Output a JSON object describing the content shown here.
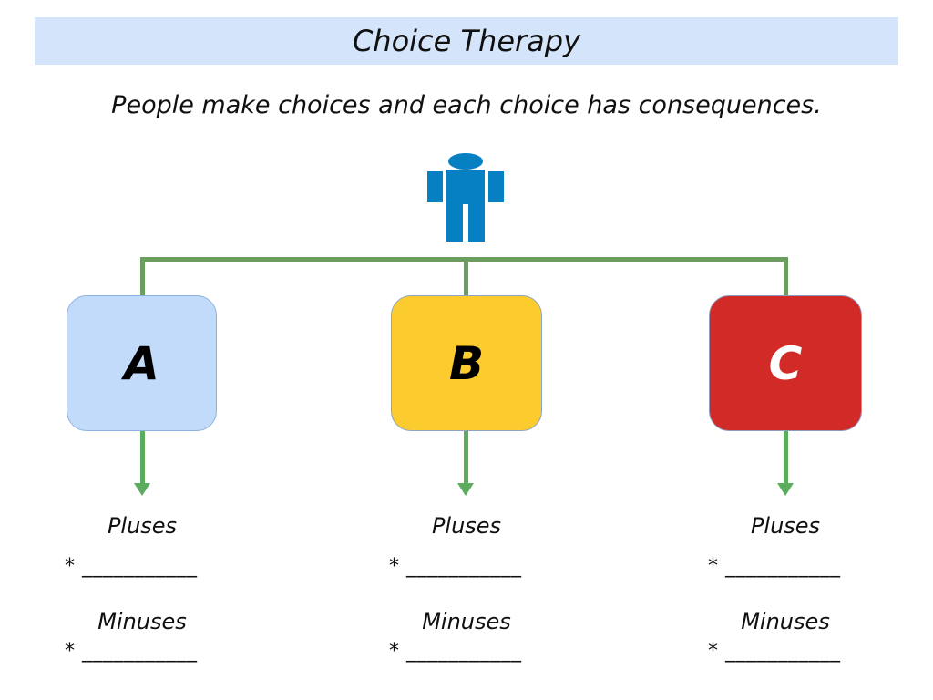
{
  "header": {
    "title": "Choice Therapy",
    "background": "#D4E4FB"
  },
  "subtitle": "People make choices and each choice has consequences.",
  "person_icon": {
    "color": "#0780C3"
  },
  "connector": {
    "line_color": "#6B9E5E",
    "arrow_color": "#5BAC5D"
  },
  "choices": [
    {
      "label": "A",
      "fill": "#C3DBFB",
      "border": "#8FB0DE",
      "text_color": "#000000",
      "pluses_label": "Pluses",
      "pluses_line": "* ___________",
      "minuses_label": "Minuses",
      "minuses_line": "* ___________"
    },
    {
      "label": "B",
      "fill": "#FCCC2F",
      "border": "#8DA5C0",
      "text_color": "#000000",
      "pluses_label": "Pluses",
      "pluses_line": "* ___________",
      "minuses_label": "Minuses",
      "minuses_line": "* ___________"
    },
    {
      "label": "C",
      "fill": "#D22A26",
      "border": "#8D9BBE",
      "text_color": "#FFFFFF",
      "pluses_label": "Pluses",
      "pluses_line": "* ___________",
      "minuses_label": "Minuses",
      "minuses_line": "* ___________"
    }
  ]
}
